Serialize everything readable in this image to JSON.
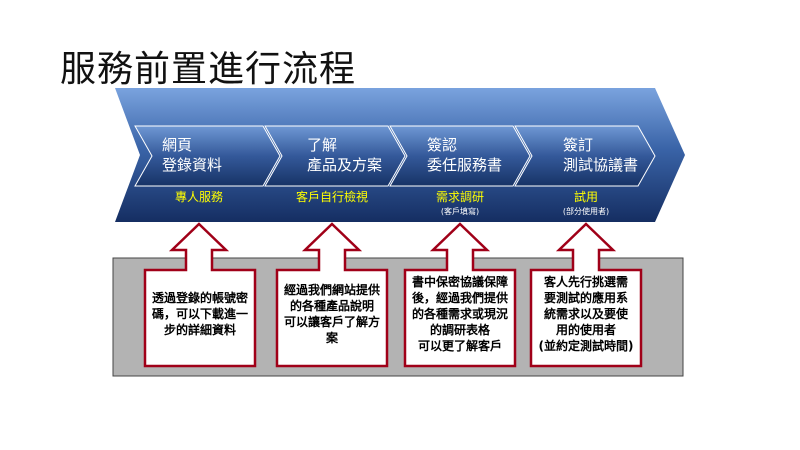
{
  "title": "服務前置進行流程",
  "steps": [
    {
      "lines": [
        "網頁",
        "登錄資料"
      ],
      "caption": "專人服務",
      "note": "",
      "description": [
        "透過登錄的帳號密",
        "碼，可以下載進一",
        "步的詳細資料"
      ]
    },
    {
      "lines": [
        "了解",
        "產品及方案"
      ],
      "caption": "客戶自行檢視",
      "note": "",
      "description": [
        "經過我們網站提供",
        "的各種產品說明",
        "可以讓客戶了解方",
        "案"
      ]
    },
    {
      "lines": [
        "簽認",
        "委任服務書"
      ],
      "caption": "需求調研",
      "note": "(客戶填寫)",
      "description": [
        "書中保密協議保障",
        "後，經過我們提供",
        "的各種需求或現況",
        "的調研表格",
        "可以更了解客戶"
      ]
    },
    {
      "lines": [
        "簽訂",
        "測試協議書"
      ],
      "caption": "試用",
      "note": "(部分使用者)",
      "description": [
        "客人先行挑選需",
        "要測試的應用系",
        "統需求以及要使",
        "用的使用者",
        "(並約定測試時間)"
      ]
    }
  ],
  "colors": {
    "band_dark": "#1a3870",
    "band_light": "#6f98d4",
    "chevron_top": "#6a93cf",
    "chevron_bottom": "#1e3d78",
    "caption": "#ffff00",
    "panel": "#b3b3b3",
    "arrow_border": "#a00018"
  }
}
